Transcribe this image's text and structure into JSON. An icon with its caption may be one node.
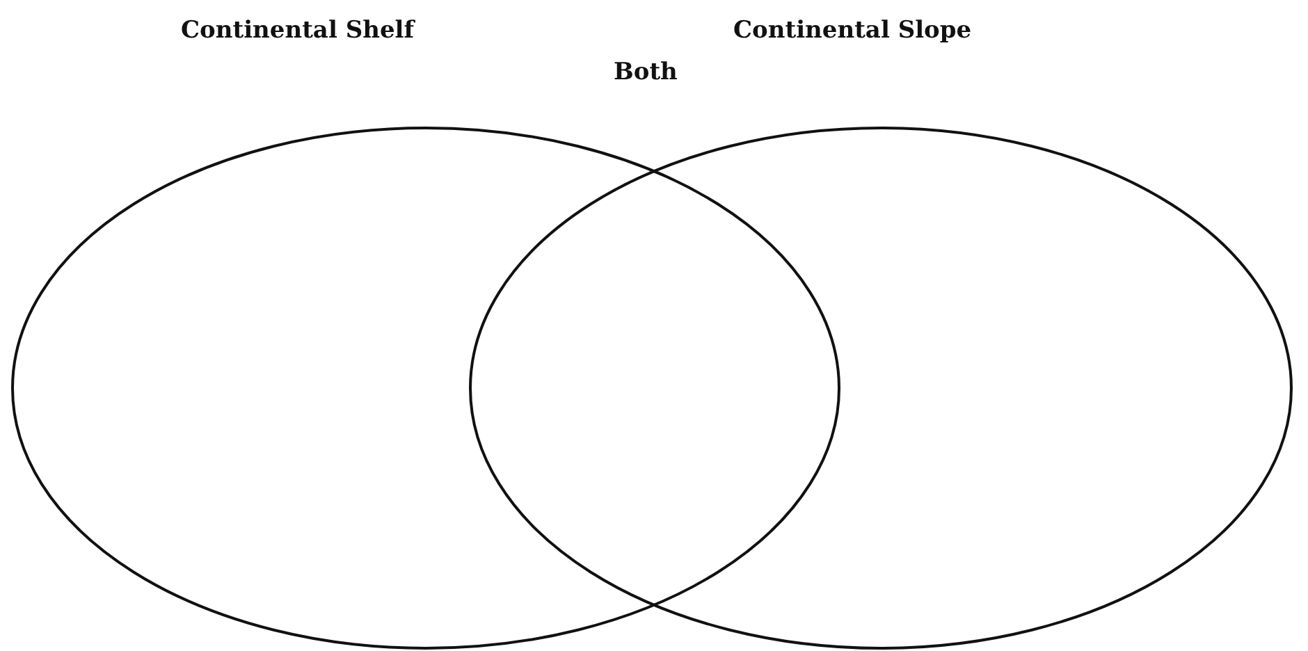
{
  "diagram": {
    "nodes": [
      {
        "text": [
          "Continental Shelf"
        ]
      },
      {
        "text": [
          "Continental Slope"
        ]
      }
    ],
    "labels": [
      "Both"
    ]
  }
}
